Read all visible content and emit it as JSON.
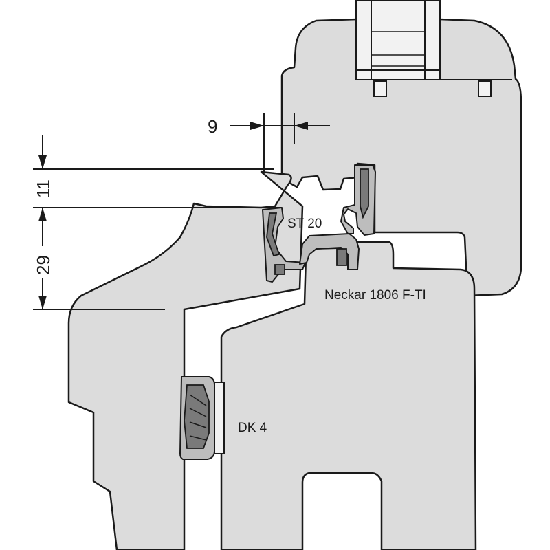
{
  "diagram": {
    "dimensions": {
      "d9": "9",
      "d11": "11",
      "d29": "29"
    },
    "labels": {
      "seal_top": "ST 20",
      "fitting": "Neckar 1806 F-TI",
      "seal_bottom": "DK 4"
    },
    "colors": {
      "wood": "#dcdcdc",
      "outline": "#1a1a1a",
      "profile": "#bdbdbd",
      "background": "#ffffff"
    }
  }
}
